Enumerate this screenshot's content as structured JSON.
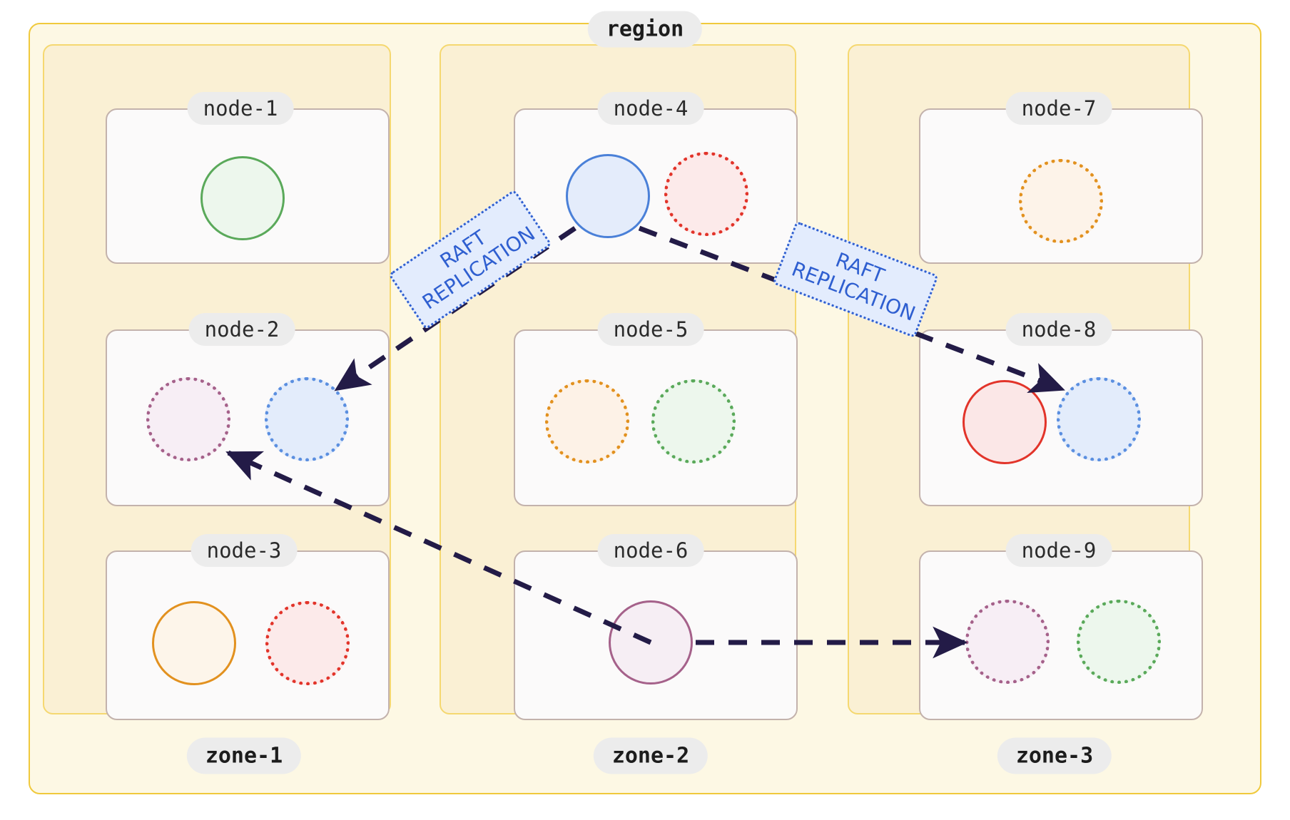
{
  "region": {
    "label": "region"
  },
  "zones": [
    {
      "id": "zone-1",
      "label": "zone-1"
    },
    {
      "id": "zone-2",
      "label": "zone-2"
    },
    {
      "id": "zone-3",
      "label": "zone-3"
    }
  ],
  "nodes": [
    {
      "id": "node-1",
      "label": "node-1",
      "zone": "zone-1"
    },
    {
      "id": "node-2",
      "label": "node-2",
      "zone": "zone-1"
    },
    {
      "id": "node-3",
      "label": "node-3",
      "zone": "zone-1"
    },
    {
      "id": "node-4",
      "label": "node-4",
      "zone": "zone-2"
    },
    {
      "id": "node-5",
      "label": "node-5",
      "zone": "zone-2"
    },
    {
      "id": "node-6",
      "label": "node-6",
      "zone": "zone-2"
    },
    {
      "id": "node-7",
      "label": "node-7",
      "zone": "zone-3"
    },
    {
      "id": "node-8",
      "label": "node-8",
      "zone": "zone-3"
    },
    {
      "id": "node-9",
      "label": "node-9",
      "zone": "zone-3"
    }
  ],
  "replicas": [
    {
      "node": "node-1",
      "style": "solid",
      "color": "#5aa95a",
      "fill": "#edf7ed"
    },
    {
      "node": "node-2",
      "style": "dotted",
      "color": "#a5618a",
      "fill": "#f7eef5"
    },
    {
      "node": "node-2",
      "style": "dotted",
      "color": "#5b8fe0",
      "fill": "#e3ecfb"
    },
    {
      "node": "node-3",
      "style": "solid",
      "color": "#e2911f",
      "fill": "#fdf5ea"
    },
    {
      "node": "node-3",
      "style": "dotted",
      "color": "#e2342a",
      "fill": "#fceaea"
    },
    {
      "node": "node-4",
      "style": "solid",
      "color": "#4a80d8",
      "fill": "#e4ecfb"
    },
    {
      "node": "node-4",
      "style": "dotted",
      "color": "#e2342a",
      "fill": "#fceaea"
    },
    {
      "node": "node-5",
      "style": "dotted",
      "color": "#e2911f",
      "fill": "#fdf2e7"
    },
    {
      "node": "node-5",
      "style": "dotted",
      "color": "#5aa95a",
      "fill": "#edf7ed"
    },
    {
      "node": "node-6",
      "style": "solid",
      "color": "#a5618a",
      "fill": "#f6eef4"
    },
    {
      "node": "node-7",
      "style": "dotted",
      "color": "#e2911f",
      "fill": "#fdf3e9"
    },
    {
      "node": "node-8",
      "style": "solid",
      "color": "#e2342a",
      "fill": "#fbe7e7"
    },
    {
      "node": "node-8",
      "style": "dotted",
      "color": "#5b8fe0",
      "fill": "#e3ecfb"
    },
    {
      "node": "node-9",
      "style": "dotted",
      "color": "#a5618a",
      "fill": "#f7eef5"
    },
    {
      "node": "node-9",
      "style": "dotted",
      "color": "#5aa95a",
      "fill": "#edf7ed"
    }
  ],
  "edges": [
    {
      "id": "edge-node4-node2",
      "from": "node-4",
      "to": "node-2",
      "label": "RAFT\nREPLICATION"
    },
    {
      "id": "edge-node4-node8",
      "from": "node-4",
      "to": "node-8",
      "label": "RAFT\nREPLICATION"
    },
    {
      "id": "edge-node6-node2",
      "from": "node-6",
      "to": "node-2",
      "label": ""
    },
    {
      "id": "edge-node6-node9",
      "from": "node-6",
      "to": "node-9",
      "label": ""
    }
  ],
  "colors": {
    "region_border": "#f0c93c",
    "region_fill": "#fdf8e4",
    "zone_border": "#f5d870",
    "zone_fill": "#faf0d4",
    "node_border": "#c3b2ac",
    "node_fill": "#fbfafa",
    "badge_fill": "#ececec",
    "arrow": "#231b47",
    "raft_text": "#2f5fd0",
    "raft_fill": "#e3ecfd"
  }
}
